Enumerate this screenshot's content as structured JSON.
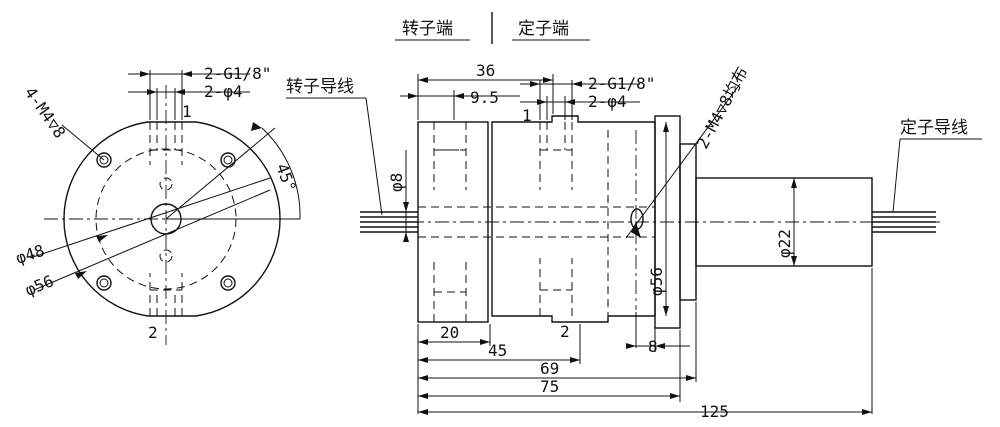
{
  "header": {
    "rotor_end": "转子端",
    "stator_end": "定子端"
  },
  "labels": {
    "rotor_leads": "转子导线",
    "stator_leads": "定子导线"
  },
  "front_view": {
    "thread_note": "4-M4▽8",
    "port_thread": "2-G1/8\"",
    "port_hole": "2-φ4",
    "angle": "45°",
    "dia_bolt_circle": "φ48",
    "dia_body": "φ56",
    "port_1": "1",
    "port_2": "2"
  },
  "side_view": {
    "dim_36": "36",
    "dim_9_5": "9.5",
    "port_thread": "2-G1/8\"",
    "port_hole": "2-φ4",
    "mount_note": "2-M4▽8均布",
    "dia_shaft_small": "φ8",
    "dia_body": "φ56",
    "dia_shaft_large": "φ22",
    "dim_20": "20",
    "dim_45": "45",
    "dim_8": "8",
    "dim_69": "69",
    "dim_75": "75",
    "dim_125": "125",
    "port_1": "1",
    "port_2": "2"
  }
}
